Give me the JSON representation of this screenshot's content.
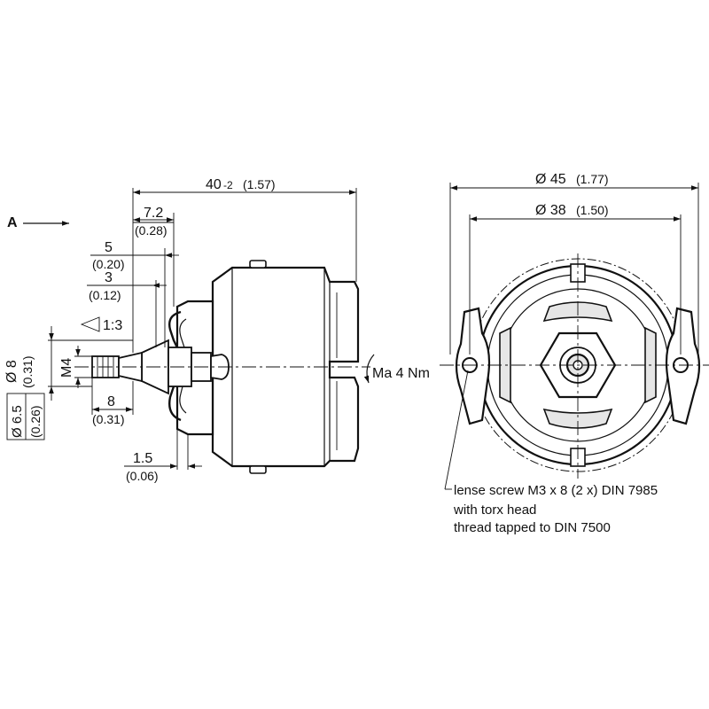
{
  "view_label": {
    "letter": "A"
  },
  "dims": {
    "overall_length": {
      "value": "40",
      "tolerance": "-2",
      "inch": "(1.57)"
    },
    "d_7_2": {
      "value": "7.2",
      "inch": "(0.28)"
    },
    "d_5": {
      "value": "5",
      "inch": "(0.20)"
    },
    "d_3": {
      "value": "3",
      "inch": "(0.12)"
    },
    "taper": {
      "value": "1:3"
    },
    "dia_8": {
      "value": "Ø 8",
      "inch": "(0.31)"
    },
    "thread": {
      "value": "M4"
    },
    "len_8": {
      "value": "8",
      "inch": "(0.31)"
    },
    "dia_6_5": {
      "value": "Ø 6.5",
      "inch": "(0.26)"
    },
    "d_1_5": {
      "value": "1.5",
      "inch": "(0.06)"
    },
    "torque": {
      "value": "Ma 4 Nm"
    },
    "dia_45": {
      "value": "Ø 45",
      "inch": "(1.77)"
    },
    "dia_38": {
      "value": "Ø 38",
      "inch": "(1.50)"
    }
  },
  "note": {
    "line1": "lense screw M3 x 8 (2 x) DIN 7985",
    "line2": "with torx head",
    "line3": "thread tapped to DIN 7500"
  }
}
